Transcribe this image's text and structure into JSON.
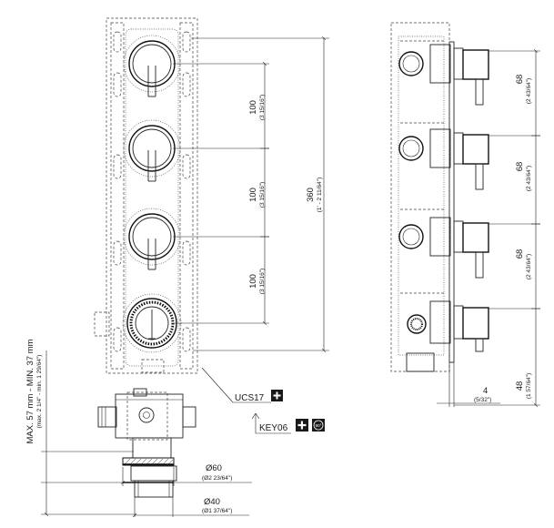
{
  "dimensions": {
    "spacing": [
      {
        "mm": "100",
        "inch": "(3 15/16\")"
      },
      {
        "mm": "100",
        "inch": "(3 15/16\")"
      },
      {
        "mm": "100",
        "inch": "(3 15/16\")"
      }
    ],
    "overall": {
      "mm": "360",
      "inch": "(1' - 2 11/64\")"
    },
    "side_spacing": [
      {
        "mm": "68",
        "inch": "(2 43/64\")"
      },
      {
        "mm": "68",
        "inch": "(2 43/64\")"
      },
      {
        "mm": "68",
        "inch": "(2 43/64\")"
      }
    ],
    "bottom_right": {
      "mm": "48",
      "inch": "(1 57/64\")"
    },
    "plate": {
      "mm": "4",
      "inch": "(5/32\")"
    },
    "depth": {
      "mm": "MAX. 57 mm - MIN. 37 mm",
      "inch": "(max. 2 1/4\" - min. 1 29/64\")"
    },
    "flange": {
      "mm": "Ø60",
      "inch": "(Ø2 23/64\")"
    },
    "body": {
      "mm": "Ø40",
      "inch": "(Ø1 37/64\")"
    }
  },
  "callouts": {
    "ucs": "UCS17",
    "key": "KEY06",
    "angle_badge": "90°"
  },
  "icons": [
    "plus-icon",
    "plus-icon",
    "rotation-90-icon"
  ]
}
